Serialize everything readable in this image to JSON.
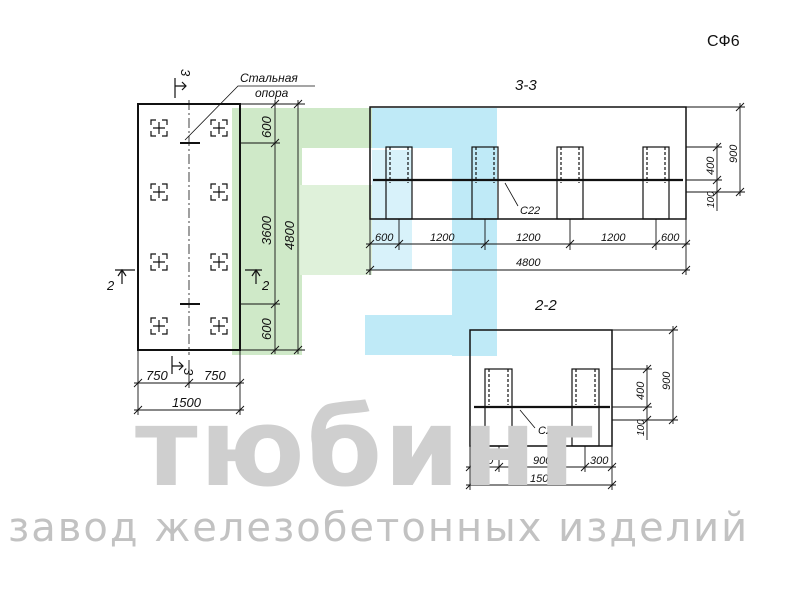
{
  "sheet_code": "СФ6",
  "callout_steel_support": [
    "Стальная",
    "опора"
  ],
  "watermark": {
    "brand": "тюбинг",
    "subtitle": "завод железобетонных изделий",
    "colors": {
      "green": "#cfe9c8",
      "cyan": "#bfeaf7",
      "gray": "#cfcfcf"
    }
  },
  "plan": {
    "section_markers": [
      "3",
      "3",
      "2",
      "2"
    ],
    "dims_vertical": [
      "600",
      "3600",
      "600",
      "4800"
    ],
    "dims_horizontal": [
      "750",
      "750",
      "1500"
    ]
  },
  "section_3_3": {
    "title": "3-3",
    "rebar_label": "С22",
    "dims_vertical": [
      "400",
      "100",
      "900"
    ],
    "dims_horizontal": [
      "600",
      "1200",
      "1200",
      "1200",
      "600"
    ],
    "dim_total": "4800"
  },
  "section_2_2": {
    "title": "2-2",
    "rebar_label": "С22",
    "dims_vertical": [
      "400",
      "100",
      "900"
    ],
    "dims_horizontal": [
      "300",
      "900",
      "300"
    ],
    "dim_total": "1500"
  }
}
